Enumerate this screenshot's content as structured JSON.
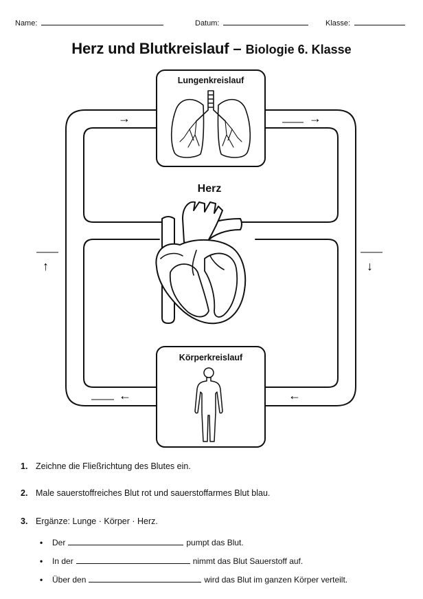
{
  "header": {
    "name_label": "Name:",
    "date_label": "Datum:",
    "class_label": "Klasse:"
  },
  "title": {
    "main": "Herz und Blutkreislauf",
    "dash": "–",
    "sub": "Biologie 6. Klasse"
  },
  "diagram": {
    "lung_label": "Lungenkreislauf",
    "heart_label": "Herz",
    "body_label": "Körperkreislauf",
    "arrow_right": "→",
    "arrow_left": "←",
    "arrow_up": "↑",
    "arrow_down": "↓"
  },
  "tasks": [
    {
      "num": "1.",
      "text": "Zeichne die Fließrichtung des Blutes ein."
    },
    {
      "num": "2.",
      "text": "Male sauerstoffreiches Blut rot und sauerstoffarmes Blut blau."
    },
    {
      "num": "3.",
      "text": "Ergänze: Lunge · Körper · Herz."
    }
  ],
  "fill_ins": [
    {
      "bullet": "•",
      "before": "Der",
      "after": "pumpt das Blut."
    },
    {
      "bullet": "•",
      "before": "In der",
      "after": "nimmt das Blut Sauerstoff auf."
    },
    {
      "bullet": "•",
      "before": "Über den",
      "after": "wird das Blut im ganzen Körper verteilt."
    }
  ]
}
